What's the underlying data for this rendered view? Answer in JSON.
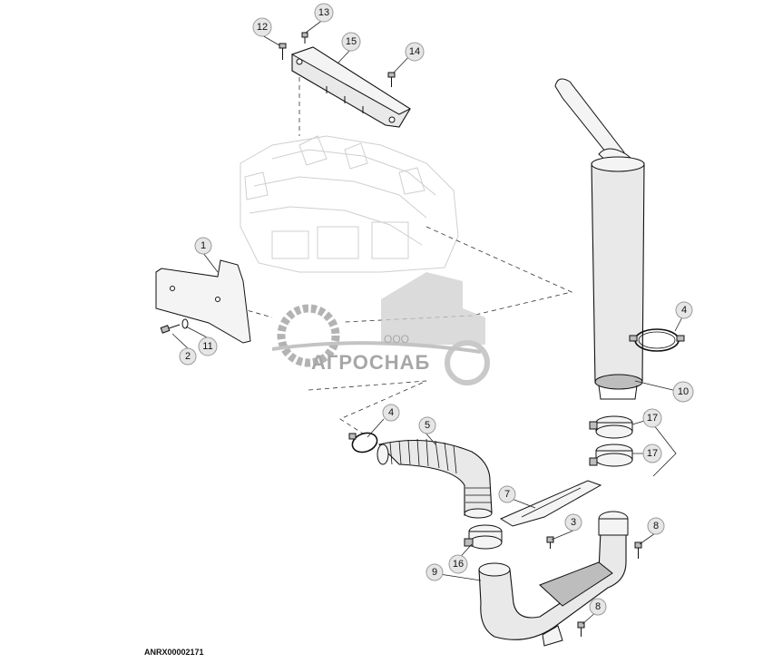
{
  "diagram": {
    "reference_code": "ANRX00002171",
    "watermark": {
      "prefix": "ООО",
      "name": "АГРОСНАБ",
      "color": "#8a8a8a"
    },
    "callouts": [
      "1",
      "2",
      "3",
      "4",
      "4",
      "5",
      "7",
      "8",
      "8",
      "9",
      "10",
      "11",
      "12",
      "13",
      "14",
      "15",
      "16",
      "17",
      "17"
    ],
    "colors": {
      "line": "#111111",
      "callout_fill": "#e6e6e6",
      "callout_stroke": "#9a9a9a"
    }
  }
}
